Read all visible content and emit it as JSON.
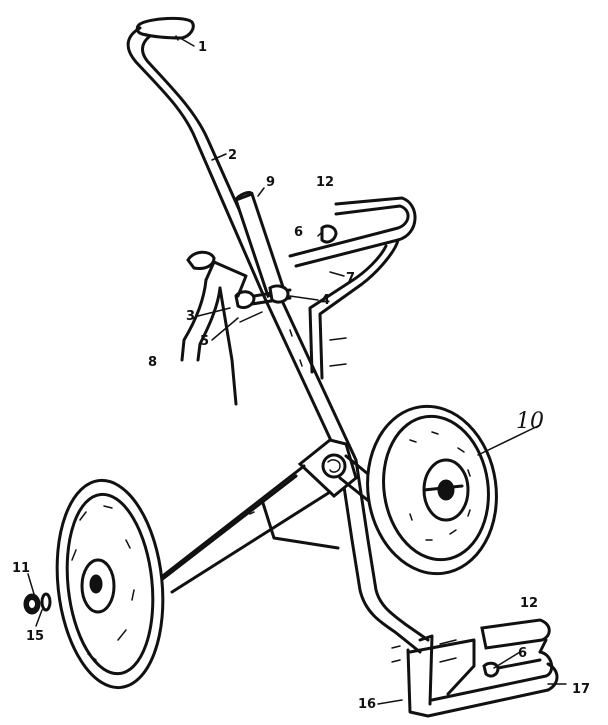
{
  "diagram": {
    "parts": [
      {
        "id": "p1",
        "label": "1"
      },
      {
        "id": "p2",
        "label": "2"
      },
      {
        "id": "p9",
        "label": "9"
      },
      {
        "id": "p12a",
        "label": "12"
      },
      {
        "id": "p6a",
        "label": "6"
      },
      {
        "id": "p7",
        "label": "7"
      },
      {
        "id": "p4",
        "label": "4"
      },
      {
        "id": "p3",
        "label": "3"
      },
      {
        "id": "p5",
        "label": "5"
      },
      {
        "id": "p8",
        "label": "8"
      },
      {
        "id": "p10",
        "label": "10"
      },
      {
        "id": "p11",
        "label": "11"
      },
      {
        "id": "p15",
        "label": "15"
      },
      {
        "id": "p12b",
        "label": "12"
      },
      {
        "id": "p6b",
        "label": "6"
      },
      {
        "id": "p17",
        "label": "17"
      },
      {
        "id": "p16",
        "label": "16"
      }
    ]
  }
}
